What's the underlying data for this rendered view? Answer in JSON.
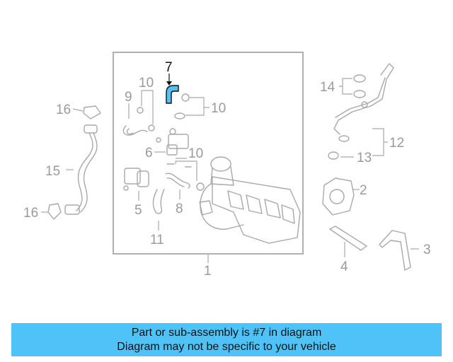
{
  "diagram": {
    "highlighted_part": "7",
    "highlight_color": "#4fc3f7",
    "callouts": {
      "c1": "1",
      "c2": "2",
      "c3": "3",
      "c4": "4",
      "c5": "5",
      "c6": "6",
      "c7": "7",
      "c8": "8",
      "c9": "9",
      "c10a": "10",
      "c10b": "10",
      "c10c": "10",
      "c11": "11",
      "c12": "12",
      "c13": "13",
      "c14": "14",
      "c15": "15",
      "c16a": "16",
      "c16b": "16"
    }
  },
  "banner": {
    "background": "#4fc3f7",
    "line1": "Part or sub-assembly is #7 in diagram",
    "line2": "Diagram may not be specific to your vehicle"
  }
}
